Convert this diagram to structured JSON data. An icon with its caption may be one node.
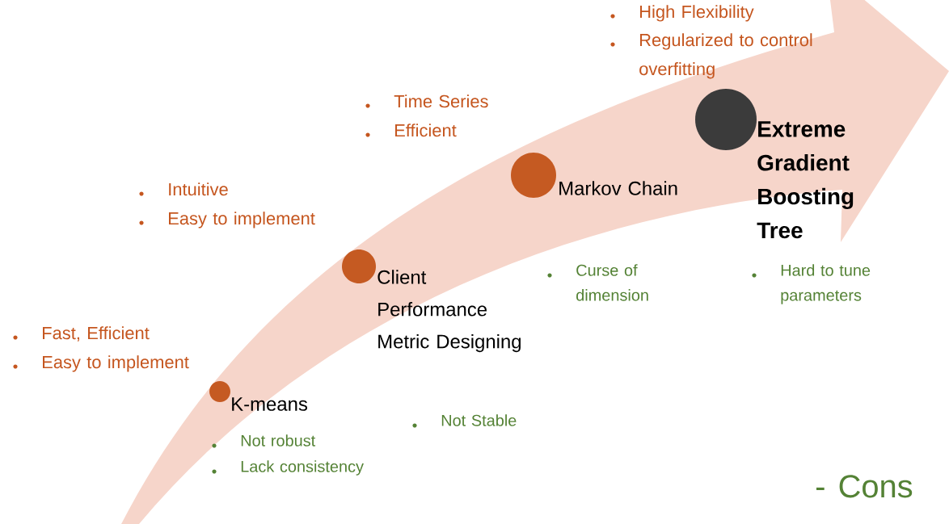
{
  "diagram": {
    "nodes": [
      {
        "text": [],
        "shape": "circle",
        "beside": [
          "K-means"
        ]
      },
      {
        "text": [],
        "shape": "circle",
        "beside": [
          "Client Performance Metric Designing"
        ]
      },
      {
        "text": [],
        "shape": "circle",
        "beside": [
          "Markov Chain"
        ]
      },
      {
        "text": [],
        "shape": "circle",
        "beside": [
          "Extreme Gradient Boosting Tree"
        ]
      }
    ],
    "labels": [
      "High Flexibility",
      "Regularized to control overfitting",
      "Time Series",
      "Efficient",
      "Intuitive",
      "Easy to implement",
      "Curse of dimension",
      "Hard to tune parameters",
      "Fast, Efficient",
      "Easy to implement",
      "Not Stable",
      "Not robust",
      "Lack consistency",
      "- Cons"
    ]
  }
}
